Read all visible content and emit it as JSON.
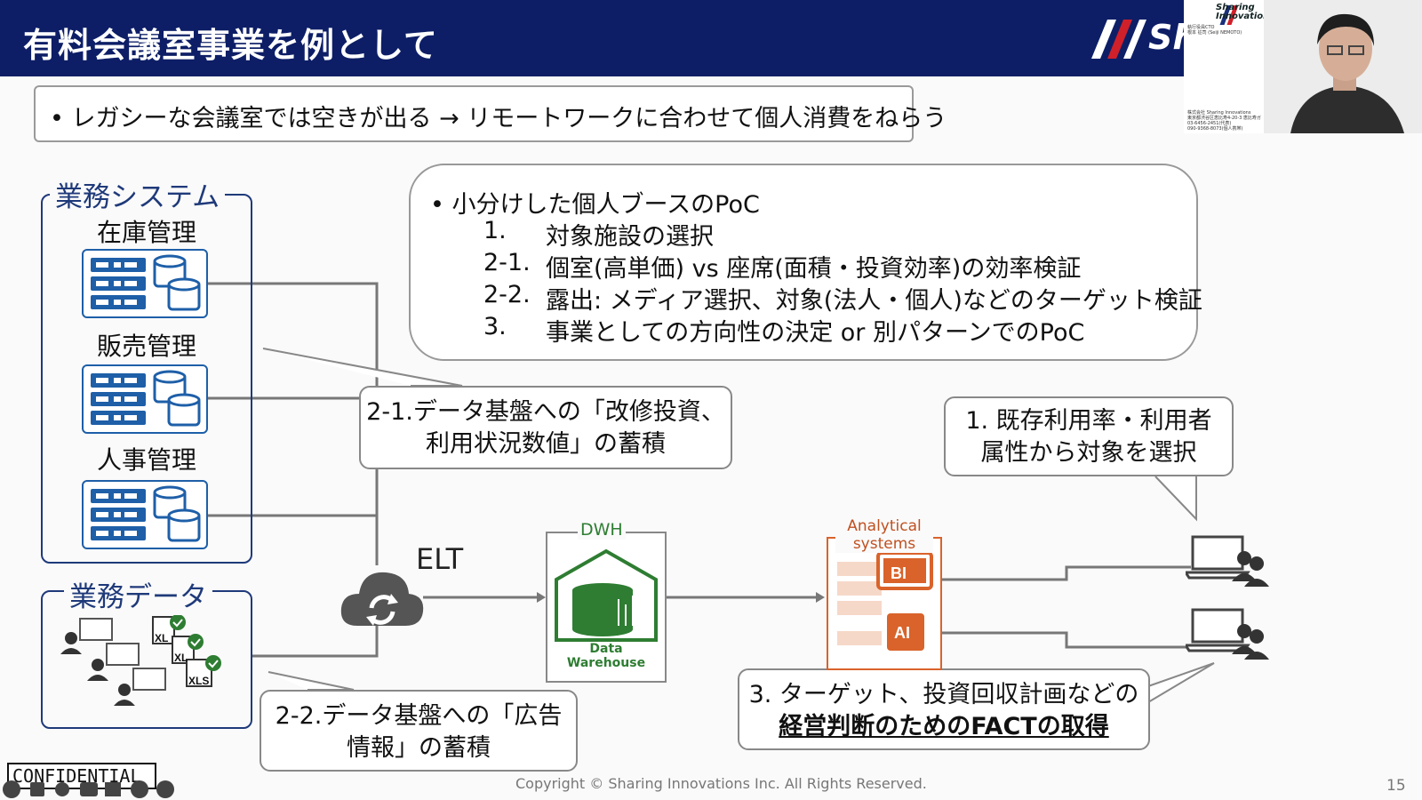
{
  "slide": {
    "title": "有料会議室事業を例として",
    "brand_text": "Sh",
    "banner": "• レガシーな会議室では空きが出る → リモートワークに合わせて個人消費をねらう",
    "business_systems": {
      "label": "業務システム",
      "items": [
        "在庫管理",
        "販売管理",
        "人事管理"
      ]
    },
    "business_data": {
      "label": "業務データ",
      "file_labels": [
        "XL",
        "XL",
        "XLS"
      ]
    },
    "poc": {
      "heading": "• 小分けした個人ブースのPoC",
      "steps": [
        {
          "num": "1.",
          "text": "対象施設の選択"
        },
        {
          "num": "2-1.",
          "text": "個室(高単価) vs 座席(面積・投資効率)の効率検証"
        },
        {
          "num": "2-2.",
          "text": "露出: メディア選択、対象(法人・個人)などのターゲット検証"
        },
        {
          "num": "3.",
          "text": "事業としての方向性の決定 or 別パターンでのPoC"
        }
      ]
    },
    "callouts": {
      "data_investment": [
        "2-1.データ基盤への「改修投資、",
        "利用状況数値」の蓄積"
      ],
      "data_ads": [
        "2-2.データ基盤への「広告",
        "情報」の蓄積"
      ],
      "target_select": [
        "1. 既存利用率・利用者",
        "属性から対象を選択"
      ],
      "fact": {
        "line1": "3. ターゲット、投資回収計画などの",
        "line2": "経営判断のためのFACTの取得"
      }
    },
    "elt_label": "ELT",
    "dwh": {
      "label": "DWH",
      "caption": "Data Warehouse"
    },
    "analytical": {
      "label_line1": "Analytical",
      "label_line2": "systems",
      "bi": "BI",
      "ai": "AI"
    },
    "confidential": "CONFIDENTIAL",
    "copyright": "Copyright © Sharing Innovations Inc. All Rights Reserved.",
    "page_number": "15"
  },
  "webcam": {
    "company": "Sharing Innovations",
    "role_line": "執行役員CTO",
    "name_line": "根本 征司 (Seiji NEMOTO)",
    "footer_lines": [
      "株式会社 Sharing Innovations",
      "東京都渋谷区恵比寿4-20-3 恵比寿ガ",
      "03-6456-2451(代表)",
      "090-9368-8073(個人携帯)"
    ]
  },
  "colors": {
    "title_bg": "#0d1e66",
    "accent_red": "#d0202a",
    "server_blue": "#1e5fa8",
    "dwh_green": "#2e7d32",
    "analytics_orange": "#d9632b"
  },
  "icons": [
    "cloud-sync-icon",
    "server-icon",
    "database-icon",
    "laptop-icon",
    "users-icon",
    "excel-file-icon",
    "checkmark-icon",
    "data-warehouse-icon",
    "bi-icon",
    "ai-chip-icon"
  ],
  "player_controls": [
    "prev-icon",
    "pen-icon",
    "zoom-icon",
    "captions-icon",
    "screen-icon",
    "more-icon",
    "next-icon"
  ]
}
